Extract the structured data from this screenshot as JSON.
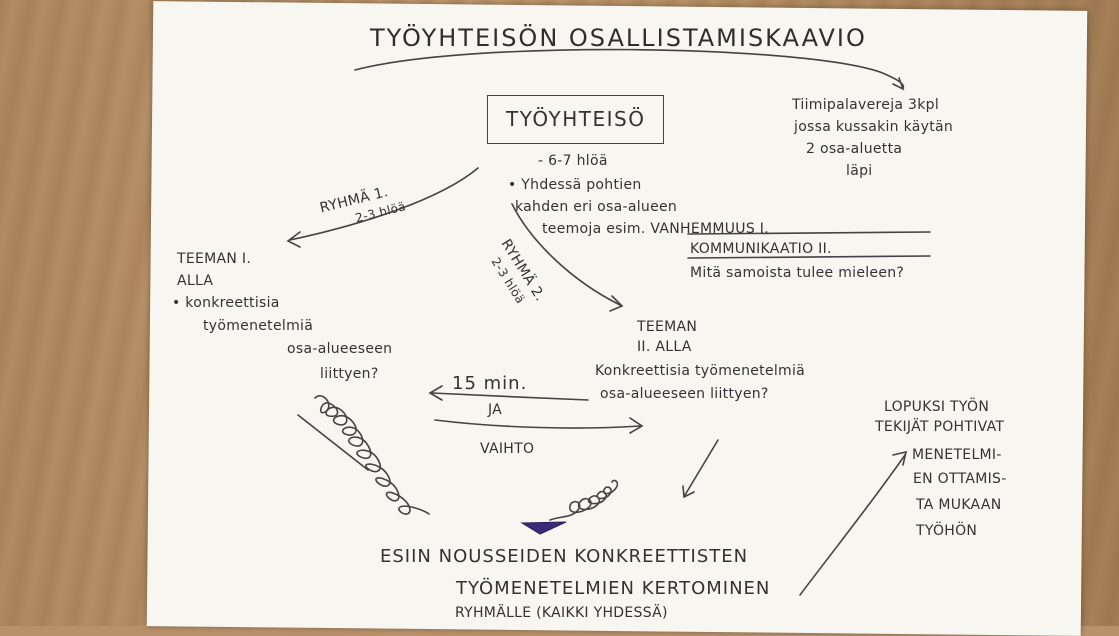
{
  "title": "TYÖYHTEISÖN OSALLISTAMISKAAVIO",
  "center_box": "TYÖYHTEISÖ",
  "center_notes": {
    "count": "- 6-7 hlöä",
    "line1": "• Yhdessä pohtien",
    "line2": "kahden eri osa-alueen",
    "line3": "teemoja esim. VANHEMMUUS I.",
    "line4": "KOMMUNIKAATIO II.",
    "line5": "Mitä samoista tulee mieleen?"
  },
  "top_right_note": {
    "l1": "Tiimipalavereja 3kpl",
    "l2": "jossa kussakin käytän",
    "l3": "2 osa-aluetta",
    "l4": "läpi"
  },
  "group1": {
    "label": "RYHMÄ 1.",
    "size": "2-3 hlöä"
  },
  "group2": {
    "label": "RYHMÄ 2.",
    "size": "2-3 hlöä"
  },
  "theme1": {
    "l1": "TEEMAN I.",
    "l2": "ALLA",
    "l3": "• konkreettisia",
    "l4": "työmenetelmiä",
    "l5": "osa-alueeseen",
    "l6": "liittyen?"
  },
  "theme2": {
    "l1": "TEEMAN",
    "l2": "II. ALLA",
    "l3": "Konkreettisia työmenetelmiä",
    "l4": "osa-alueeseen liittyen?"
  },
  "swap": {
    "time": "15 min.",
    "and": "JA",
    "swap": "VAIHTO"
  },
  "final_note": {
    "l1": "LOPUKSI TYÖN",
    "l2": "TEKIJÄT POHTIVAT",
    "l3": "MENETELMI-",
    "l4": "EN OTTAMIS-",
    "l5": "TA MUKAAN",
    "l6": "TYÖHÖN"
  },
  "bottom": {
    "l1": "ESIIN NOUSSEIDEN KONKREETTISTEN",
    "l2": "TYÖMENETELMIEN KERTOMINEN",
    "l3": "RYHMÄLLE (KAIKKI YHDESSÄ)"
  }
}
